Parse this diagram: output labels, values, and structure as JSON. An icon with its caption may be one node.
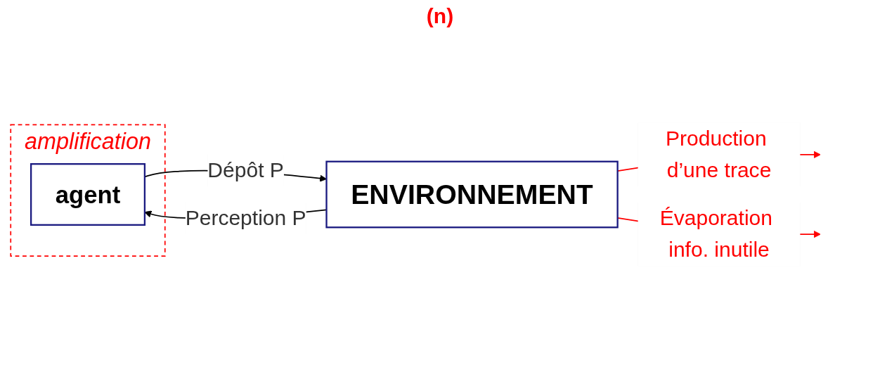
{
  "diagram": {
    "nodes": [
      {
        "text": [
          "amplification"
        ]
      },
      {
        "text": [
          "agent"
        ],
        "in": 0
      },
      {
        "text": [
          "ENVIRONNEMENT"
        ]
      }
    ],
    "edges": [
      {
        "from": 1,
        "to": 2,
        "arrow": "to",
        "label": "Dépôt P"
      },
      {
        "from": 2,
        "to": 1,
        "arrow": "to",
        "label": "Perception P"
      },
      {
        "from": 2,
        "to": null,
        "arrow": "to",
        "label": "Production d’une trace",
        "color": "#ff0000"
      },
      {
        "from": 2,
        "to": null,
        "arrow": "to",
        "label": "Évaporation info. inutile",
        "color": "#ff0000"
      }
    ],
    "labels": [
      "(n)"
    ]
  }
}
